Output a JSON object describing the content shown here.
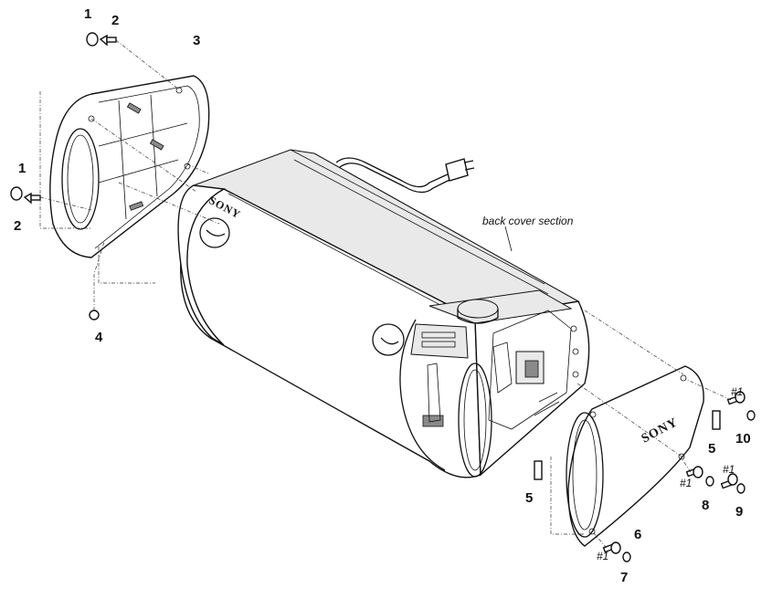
{
  "diagram": {
    "callouts": {
      "c1a": "1",
      "c2a": "2",
      "c3": "3",
      "c1b": "1",
      "c2b": "2",
      "c4": "4",
      "c5a": "5",
      "c5b": "5",
      "c6": "6",
      "c7": "7",
      "c8": "8",
      "c9": "9",
      "c10": "10"
    },
    "screw_notes": {
      "n1": "#1",
      "n2": "#1",
      "n3": "#1",
      "n4": "#1"
    },
    "section_label": "back cover section",
    "brand_front": "SONY",
    "brand_back": "SONY"
  }
}
